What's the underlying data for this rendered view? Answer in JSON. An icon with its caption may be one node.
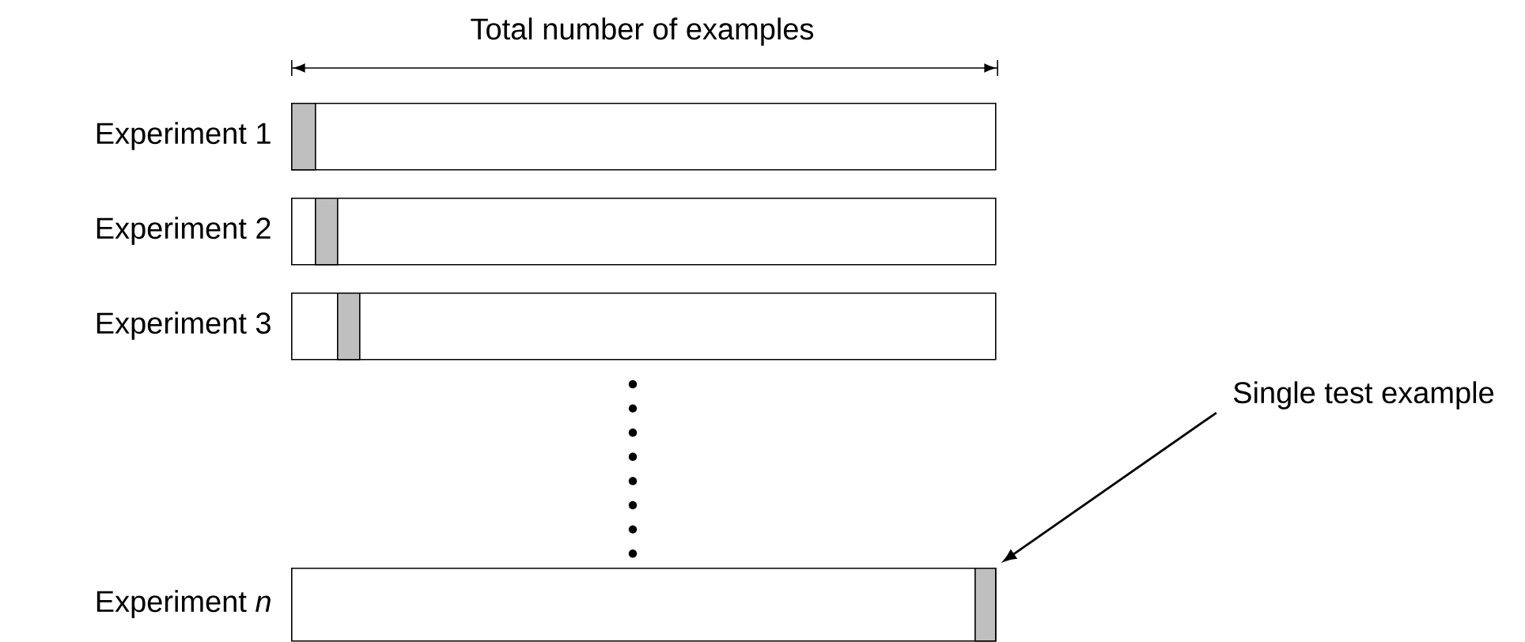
{
  "diagram": {
    "nodes": [
      {
        "text": [],
        "shape": "bar",
        "beside": [
          "Experiment 1"
        ]
      },
      {
        "text": [],
        "shape": "box",
        "in": 0
      },
      {
        "text": [],
        "shape": "bar",
        "beside": [
          "Experiment 2"
        ]
      },
      {
        "text": [],
        "shape": "box",
        "in": 2
      },
      {
        "text": [],
        "shape": "bar",
        "beside": [
          "Experiment 3"
        ]
      },
      {
        "text": [],
        "shape": "box",
        "in": 4
      },
      {
        "text": [],
        "shape": "bar",
        "beside": [
          "Experiment *n*"
        ]
      },
      {
        "text": [],
        "shape": "box",
        "in": 6
      },
      {
        "text": [
          "Single test example"
        ]
      }
    ],
    "edges": [
      {
        "from": 8,
        "to": 7,
        "arrow": "to"
      }
    ],
    "labels": [
      "Total number of examples"
    ]
  }
}
